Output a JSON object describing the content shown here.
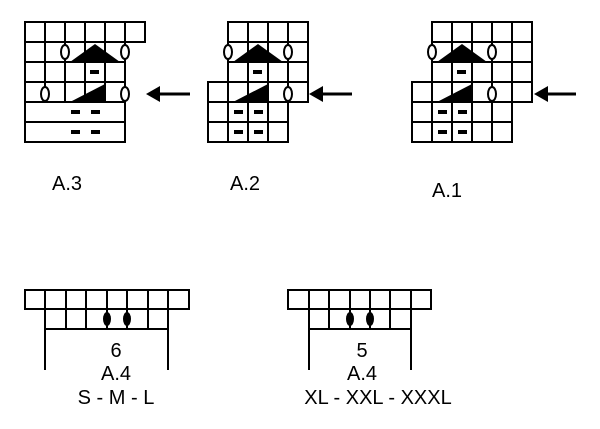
{
  "charts": {
    "a3": {
      "label": "A.3"
    },
    "a2": {
      "label": "A.2"
    },
    "a1": {
      "label": "A.1"
    }
  },
  "a4_small": {
    "count": "6",
    "name": "A.4",
    "sizes": "S - M - L"
  },
  "a4_large": {
    "count": "5",
    "name": "A.4",
    "sizes": "XL - XXL - XXXL"
  },
  "colors": {
    "ink": "#000000",
    "background": "#ffffff"
  },
  "icons": [
    "yarn-over-symbol",
    "purl-dash-symbol",
    "decrease-triangle-symbol",
    "row-arrow-icon",
    "bobble-symbol"
  ]
}
